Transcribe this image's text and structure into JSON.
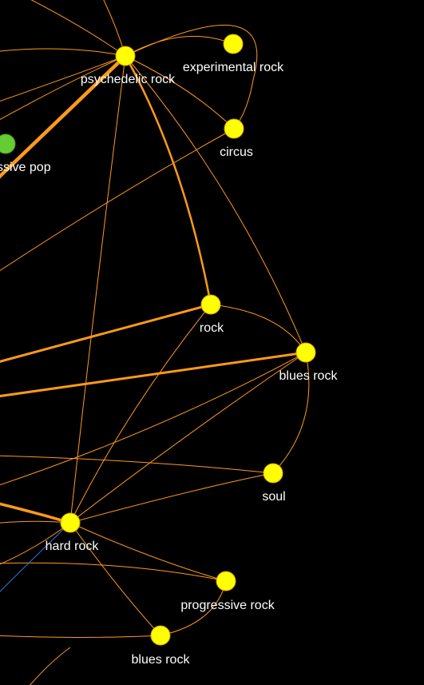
{
  "graph": {
    "colors": {
      "background": "#000000",
      "edge": "#ff9a1a",
      "edge_blue": "#3a6fd8",
      "node": "#ffff00",
      "node_green": "#66cc33",
      "label": "#ffffff"
    },
    "nodes": [
      {
        "id": "psychedelic-rock",
        "label": "psychedelic rock"
      },
      {
        "id": "experimental-rock",
        "label": "experimental rock"
      },
      {
        "id": "circus",
        "label": "circus"
      },
      {
        "id": "progressive-pop",
        "label": "ssive pop"
      },
      {
        "id": "rock",
        "label": "rock"
      },
      {
        "id": "blues-rock-1",
        "label": "blues rock"
      },
      {
        "id": "soul",
        "label": "soul"
      },
      {
        "id": "hard-rock",
        "label": "hard rock"
      },
      {
        "id": "progressive-rock",
        "label": "progressive rock"
      },
      {
        "id": "blues-rock-2",
        "label": "blues rock"
      }
    ]
  }
}
